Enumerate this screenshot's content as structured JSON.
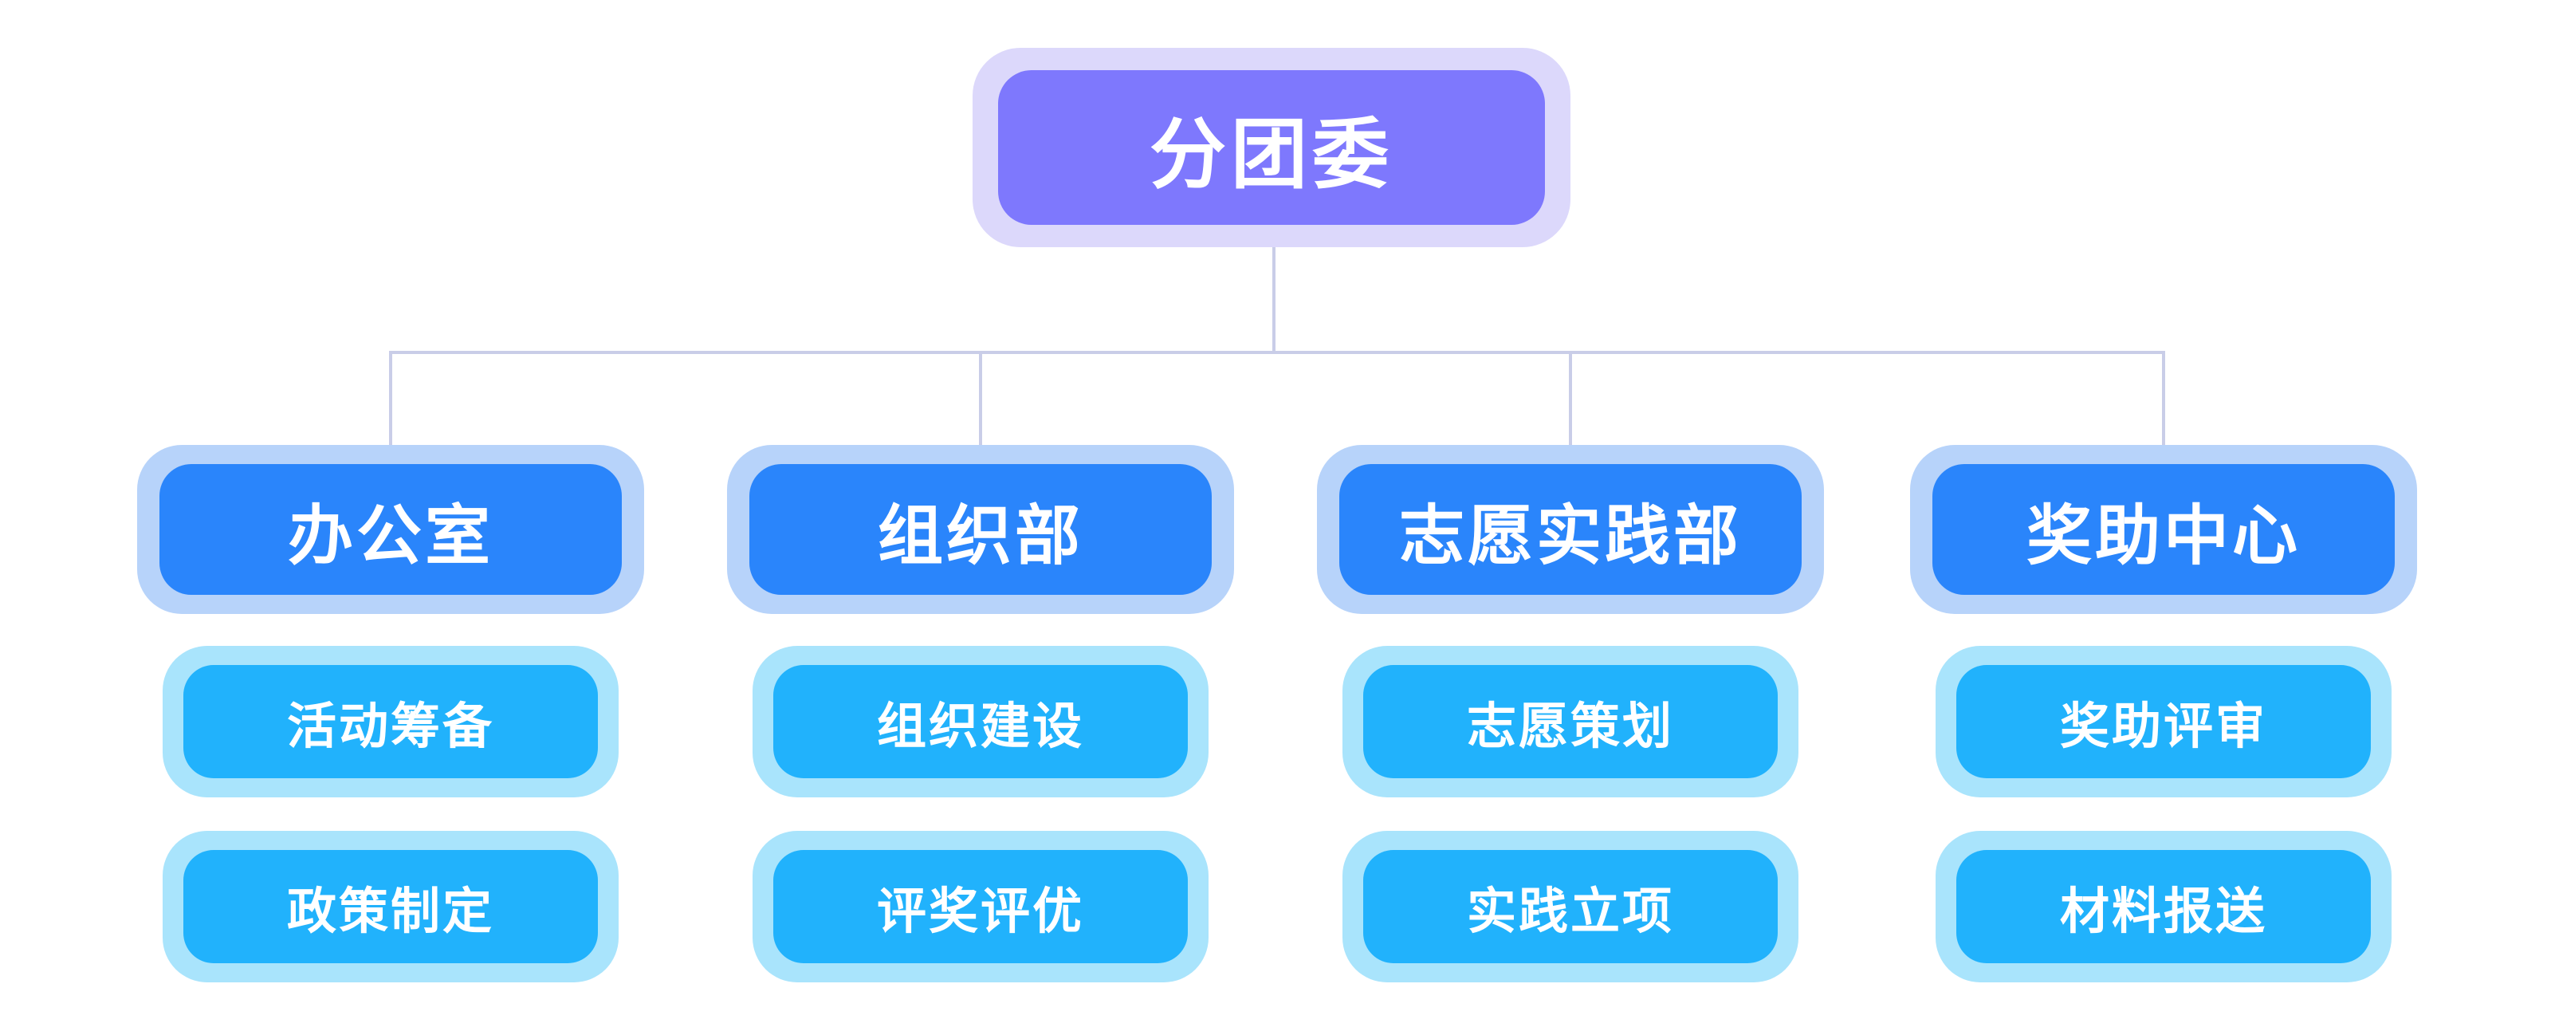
{
  "diagram": {
    "root": {
      "label": "分团委"
    },
    "departments": [
      {
        "label": "办公室",
        "tasks": [
          {
            "label": "活动筹备"
          },
          {
            "label": "政策制定"
          }
        ]
      },
      {
        "label": "组织部",
        "tasks": [
          {
            "label": "组织建设"
          },
          {
            "label": "评奖评优"
          }
        ]
      },
      {
        "label": "志愿实践部",
        "tasks": [
          {
            "label": "志愿策划"
          },
          {
            "label": "实践立项"
          }
        ]
      },
      {
        "label": "奖助中心",
        "tasks": [
          {
            "label": "奖助评审"
          },
          {
            "label": "材料报送"
          }
        ]
      }
    ],
    "colors": {
      "root_outer": "#dcd8fb",
      "root_inner": "#7e78fd",
      "dept_outer": "#b7d3fa",
      "dept_inner": "#2a85fb",
      "task_outer": "#a9e4fc",
      "task_inner": "#21b2fc",
      "connector": "#c9cde8",
      "text": "#ffffff"
    }
  }
}
